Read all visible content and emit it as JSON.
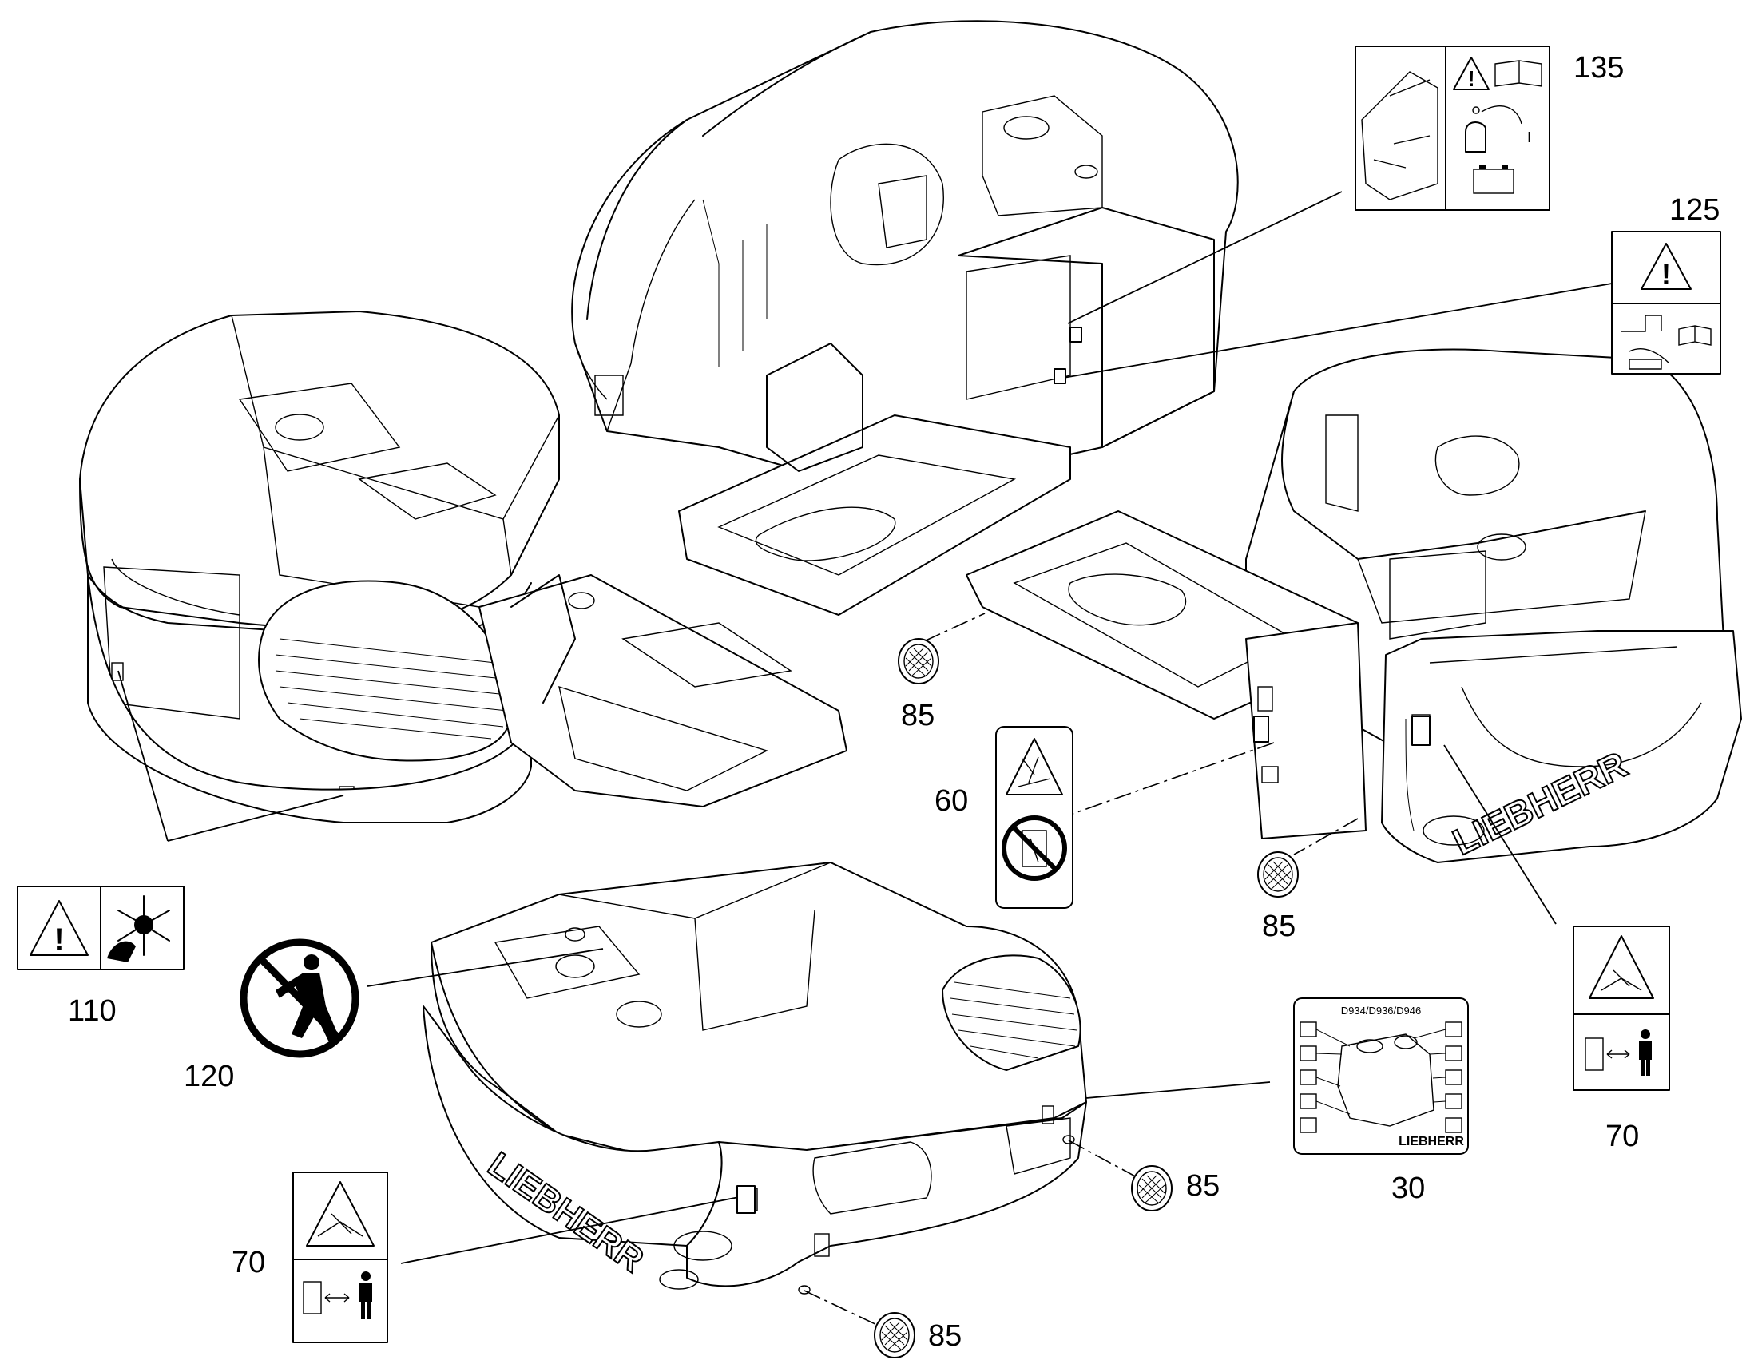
{
  "brand": "LIEBHERR",
  "engine_models": "D934/D936/D946",
  "callouts": {
    "c135": "135",
    "c125": "125",
    "c85_a": "85",
    "c85_b": "85",
    "c85_c": "85",
    "c85_d": "85",
    "c60": "60",
    "c70_right": "70",
    "c70_left": "70",
    "c110": "110",
    "c120": "120",
    "c30": "30"
  },
  "icons": {
    "c135": [
      "warning-triangle-icon",
      "manual-book-icon",
      "battery-switch-icon",
      "battery-icon"
    ],
    "c125": [
      "warning-triangle-icon",
      "machine-icon",
      "manual-book-icon"
    ],
    "c60": [
      "falling-object-warning-icon",
      "no-standing-icon"
    ],
    "c70": [
      "crush-hazard-icon",
      "keep-distance-icon"
    ],
    "c110": [
      "warning-triangle-icon",
      "rotating-fan-icon"
    ],
    "c120": [
      "no-pedestrian-icon"
    ],
    "c30": [
      "engine-maintenance-chart-icon"
    ]
  }
}
